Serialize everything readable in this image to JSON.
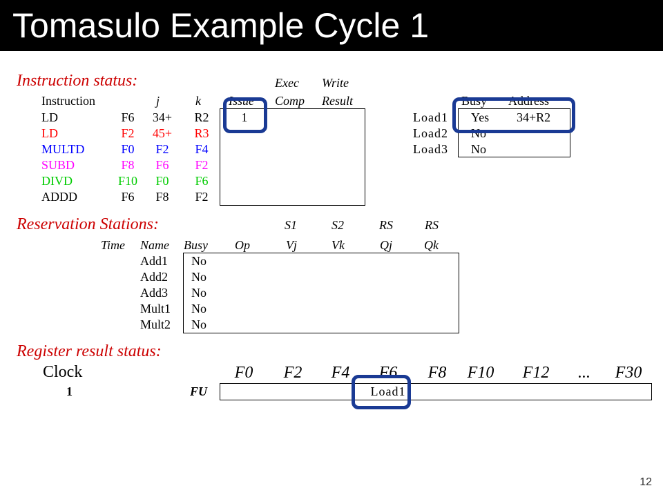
{
  "title": "Tomasulo Example Cycle 1",
  "page_number": "12",
  "instruction_status": {
    "section_label": "Instruction status:",
    "headers": {
      "instruction": "Instruction",
      "j": "j",
      "k": "k",
      "issue": "Issue",
      "exec_top": "Exec",
      "exec_bottom": "Comp",
      "write_top": "Write",
      "write_bottom": "Result"
    },
    "rows": [
      {
        "op": "LD",
        "dest": "F6",
        "j": "34+",
        "k": "R2",
        "issue": "1",
        "color": "#000000"
      },
      {
        "op": "LD",
        "dest": "F2",
        "j": "45+",
        "k": "R3",
        "issue": "",
        "color": "#ff0000"
      },
      {
        "op": "MULTD",
        "dest": "F0",
        "j": "F2",
        "k": "F4",
        "issue": "",
        "color": "#0000ff"
      },
      {
        "op": "SUBD",
        "dest": "F8",
        "j": "F6",
        "k": "F2",
        "issue": "",
        "color": "#ff00ff"
      },
      {
        "op": "DIVD",
        "dest": "F10",
        "j": "F0",
        "k": "F6",
        "issue": "",
        "color": "#00cc00"
      },
      {
        "op": "ADDD",
        "dest": "F6",
        "j": "F8",
        "k": "F2",
        "issue": "",
        "color": "#000000"
      }
    ]
  },
  "load_buffers": {
    "headers": {
      "busy": "Busy",
      "address": "Address"
    },
    "rows": [
      {
        "name": "Load1",
        "busy": "Yes",
        "address": "34+R2"
      },
      {
        "name": "Load2",
        "busy": "No",
        "address": ""
      },
      {
        "name": "Load3",
        "busy": "No",
        "address": ""
      }
    ]
  },
  "reservation_stations": {
    "section_label": "Reservation Stations:",
    "headers": {
      "time": "Time",
      "name": "Name",
      "busy": "Busy",
      "op": "Op",
      "s1": "S1",
      "s2": "S2",
      "rs1": "RS",
      "rs2": "RS",
      "vj": "Vj",
      "vk": "Vk",
      "qj": "Qj",
      "qk": "Qk"
    },
    "rows": [
      {
        "name": "Add1",
        "busy": "No"
      },
      {
        "name": "Add2",
        "busy": "No"
      },
      {
        "name": "Add3",
        "busy": "No"
      },
      {
        "name": "Mult1",
        "busy": "No"
      },
      {
        "name": "Mult2",
        "busy": "No"
      }
    ]
  },
  "register_result_status": {
    "section_label": "Register result status:",
    "clock_label": "Clock",
    "clock_value": "1",
    "fu_label": "FU",
    "registers": [
      {
        "reg": "F0",
        "fu": ""
      },
      {
        "reg": "F2",
        "fu": ""
      },
      {
        "reg": "F4",
        "fu": ""
      },
      {
        "reg": "F6",
        "fu": "Load1"
      },
      {
        "reg": "F8",
        "fu": ""
      },
      {
        "reg": "F10",
        "fu": ""
      },
      {
        "reg": "F12",
        "fu": ""
      },
      {
        "reg": "...",
        "fu": ""
      },
      {
        "reg": "F30",
        "fu": ""
      }
    ]
  },
  "colors": {
    "highlight": "#1a3a94",
    "section_label": "#cc0000",
    "title_bar": "#000000"
  }
}
